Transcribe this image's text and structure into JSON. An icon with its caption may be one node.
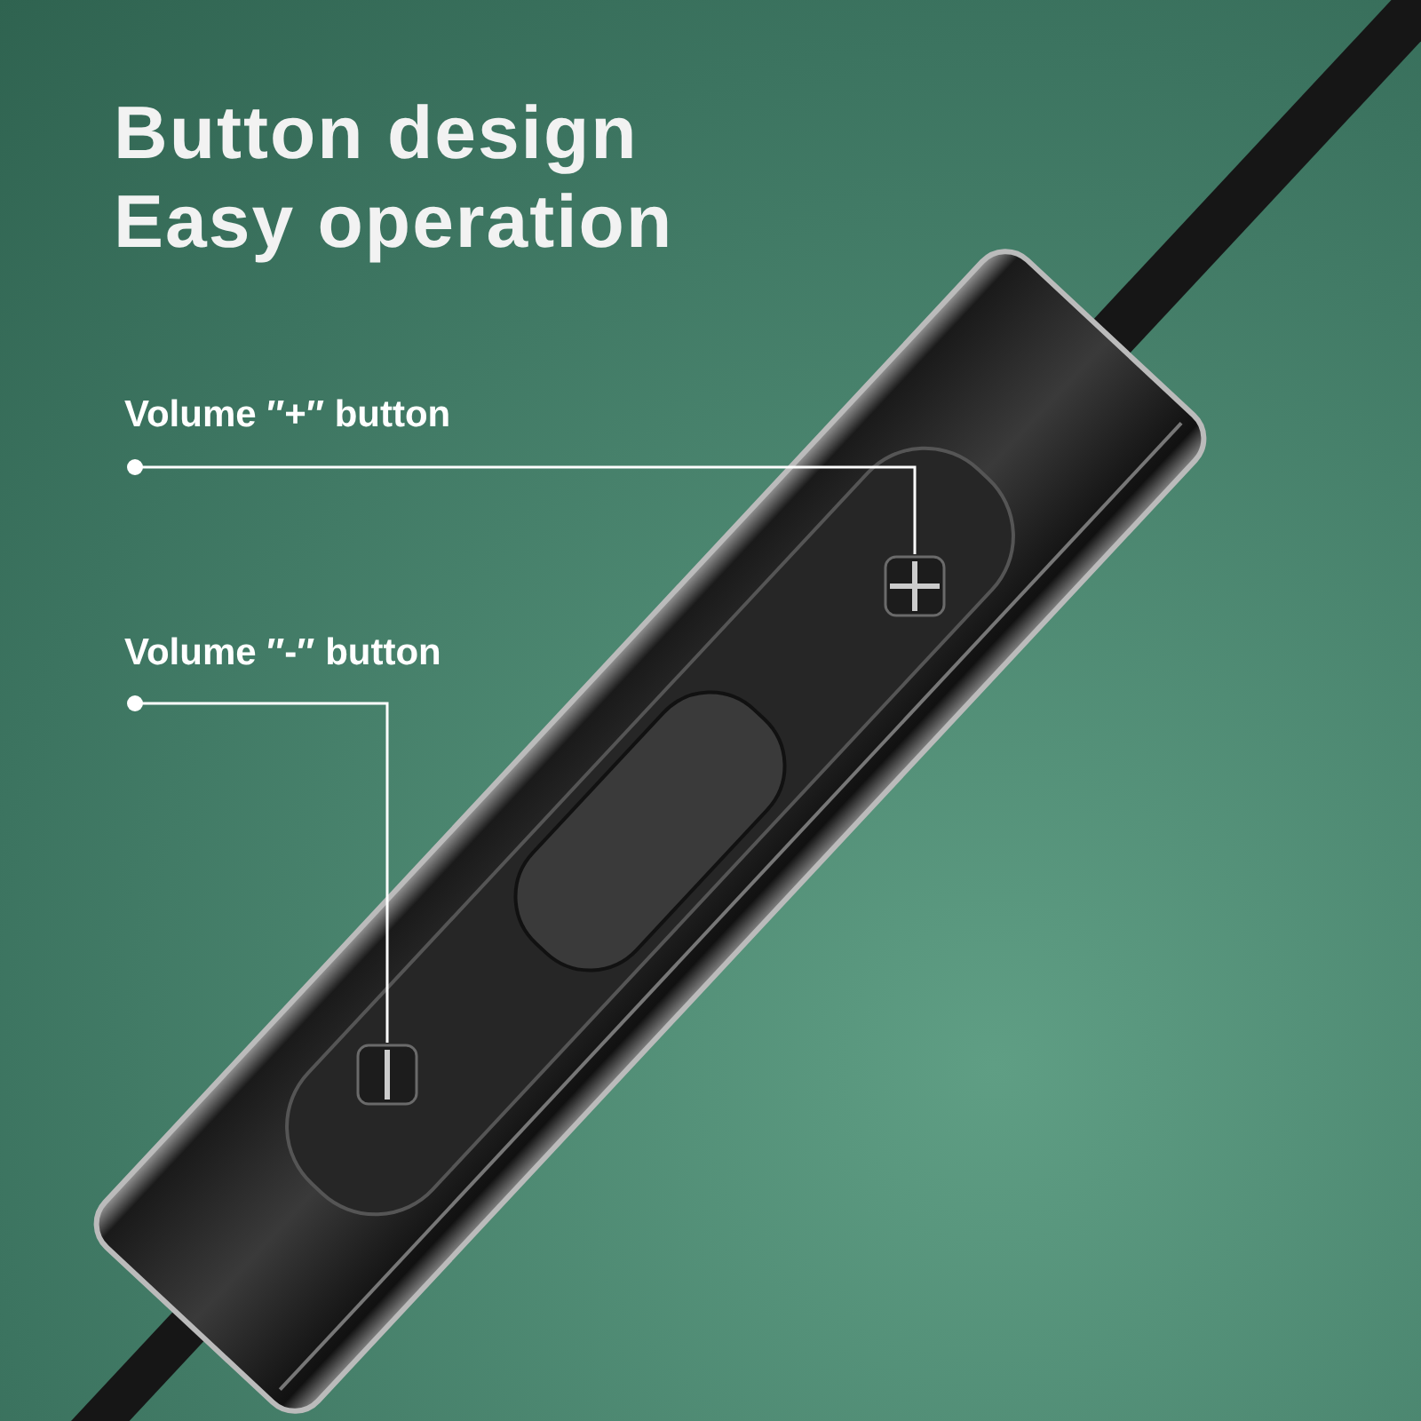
{
  "diagram": {
    "title": "Button design Easy operation",
    "nodes": [
      {
        "text": [
          "Volume ″+″ button"
        ]
      },
      {
        "text": [],
        "shape": "box"
      },
      {
        "text": [
          "Volume ″-″ button"
        ]
      },
      {
        "text": [],
        "shape": "box"
      }
    ],
    "edges": [
      {
        "from": 0,
        "to": 1,
        "arrow": "other"
      },
      {
        "from": 2,
        "to": 3,
        "arrow": "other"
      }
    ]
  }
}
